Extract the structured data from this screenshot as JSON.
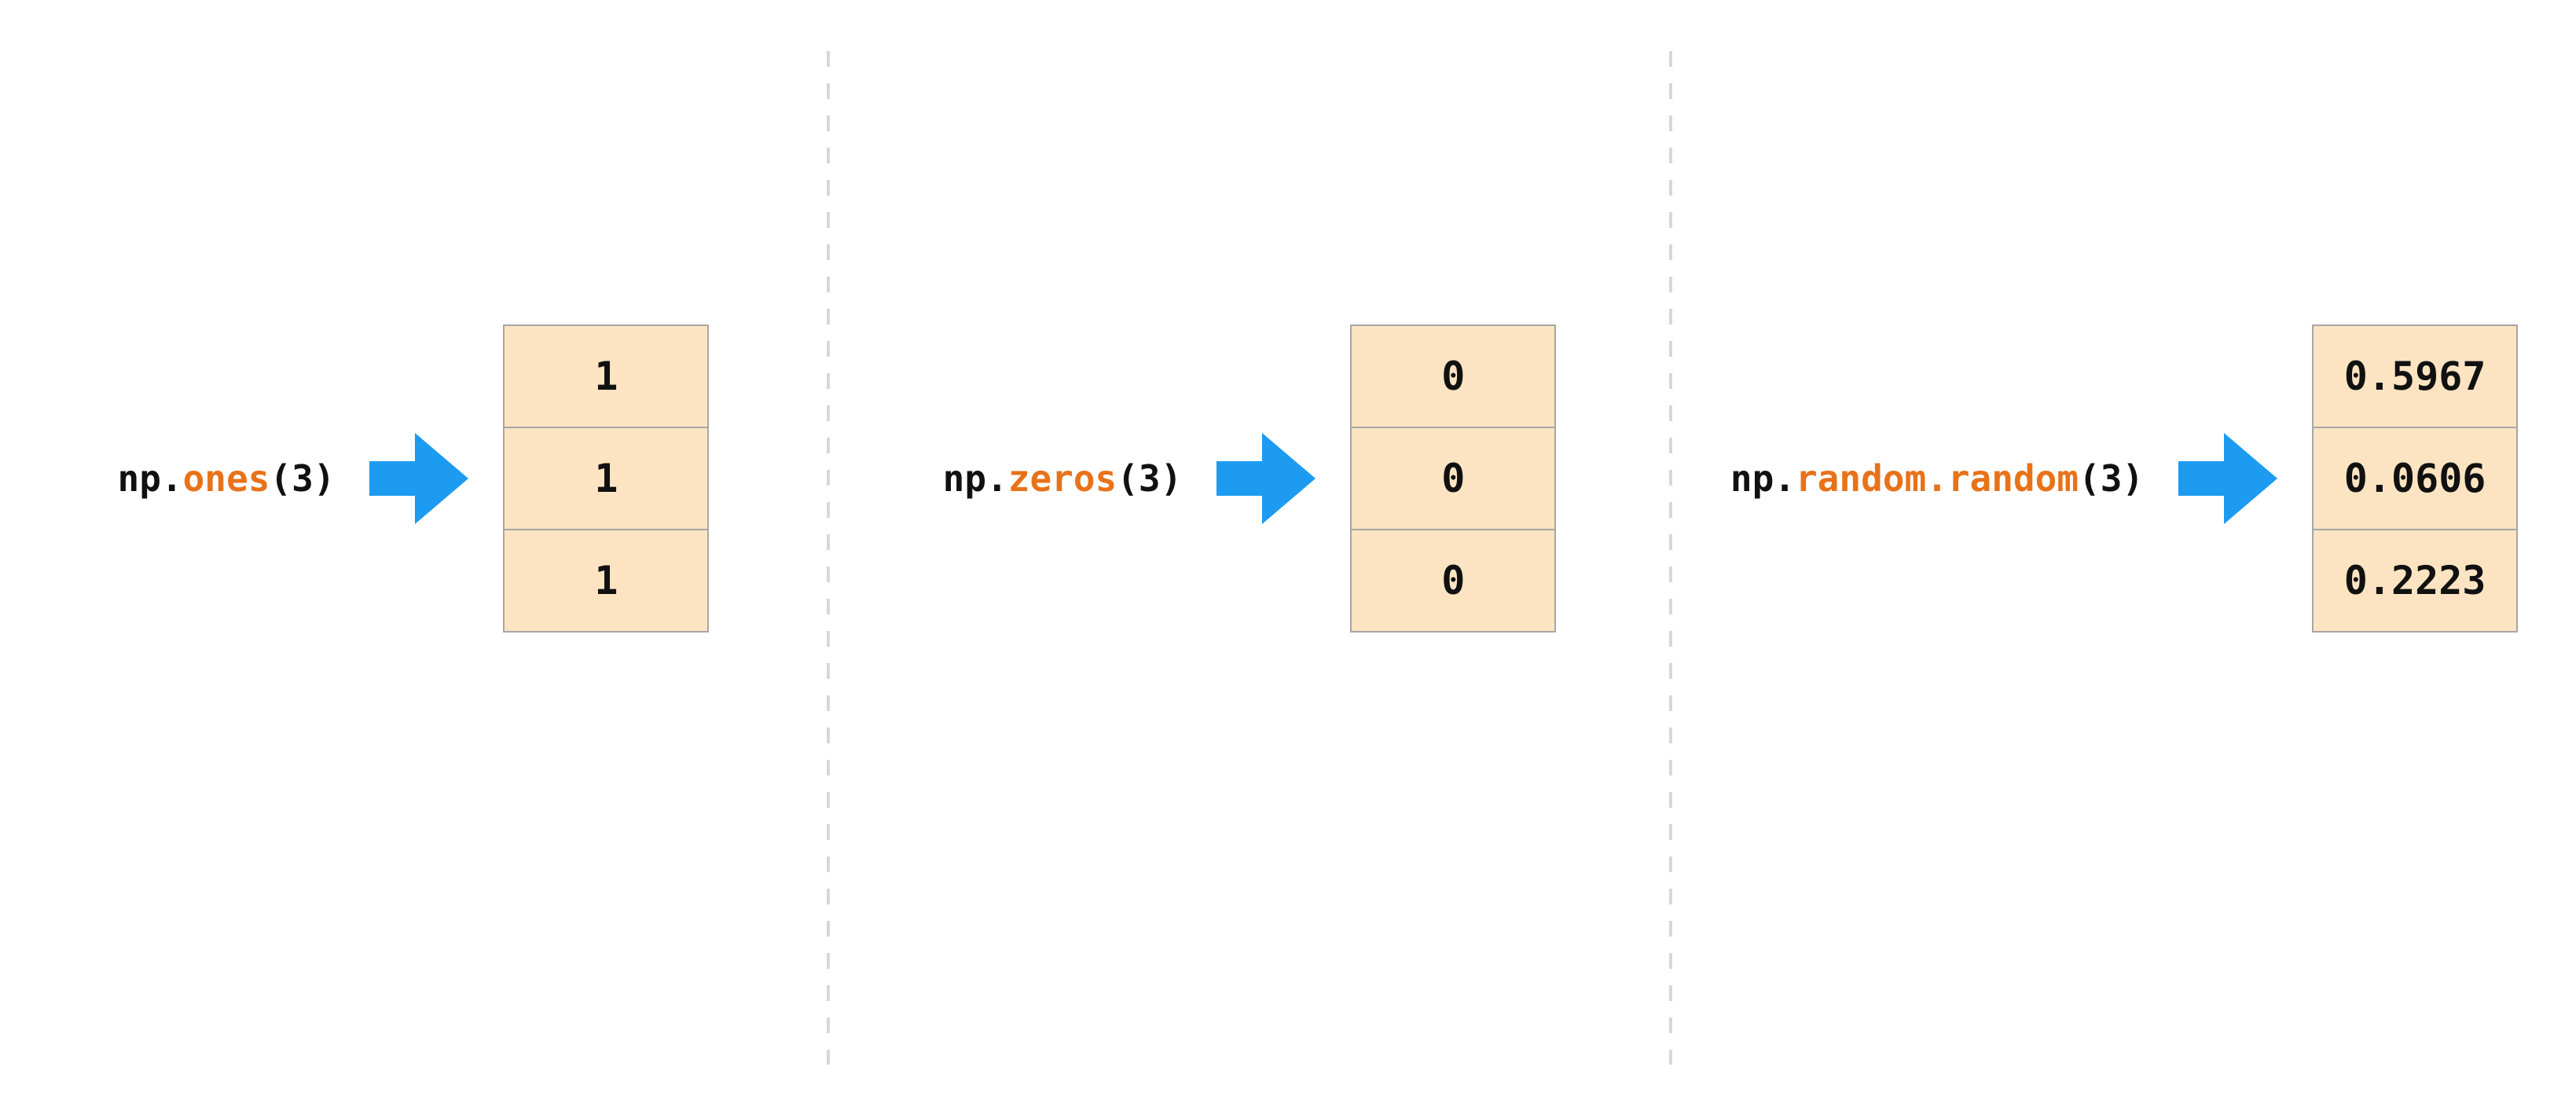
{
  "diagram_title": "numpy-array-creation-examples",
  "colors": {
    "background": "#ffffff",
    "code_black": "#111111",
    "code_orange": "#e8721a",
    "arrow_blue": "#1c9bf0",
    "cell_fill": "#fce4c2",
    "cell_border": "#a6a6a6",
    "divider_gray": "#d7d7d7"
  },
  "panels": [
    {
      "name": "ones",
      "code": {
        "prefix": "np.",
        "function": "ones",
        "suffix": "(3)"
      },
      "cells": [
        "1",
        "1",
        "1"
      ]
    },
    {
      "name": "zeros",
      "code": {
        "prefix": "np.",
        "function": "zeros",
        "suffix": "(3)"
      },
      "cells": [
        "0",
        "0",
        "0"
      ]
    },
    {
      "name": "random",
      "code": {
        "prefix": "np.",
        "function": "random.random",
        "suffix": "(3)"
      },
      "cells": [
        "0.5967",
        "0.0606",
        "0.2223"
      ]
    }
  ]
}
